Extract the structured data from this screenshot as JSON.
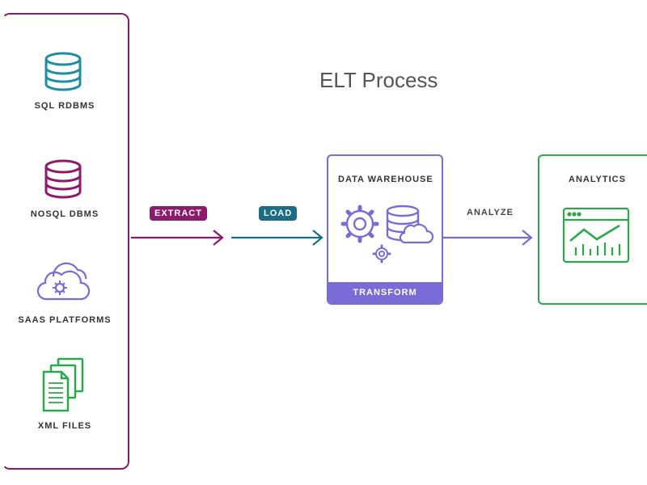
{
  "title": "ELT Process",
  "sources": [
    {
      "label": "SQL RDBMS",
      "icon": "database-icon",
      "color": "#1e8fa3"
    },
    {
      "label": "NOSQL DBMS",
      "icon": "database-icon",
      "color": "#8d1a6b"
    },
    {
      "label": "SAAS PLATFORMS",
      "icon": "cloud-gear-icon",
      "color": "#7b6bd6"
    },
    {
      "label": "XML FILES",
      "icon": "files-icon",
      "color": "#2aa84a"
    }
  ],
  "steps": {
    "extract": {
      "label": "EXTRACT",
      "color": "#8d1a6b"
    },
    "load": {
      "label": "LOAD",
      "color": "#1a6d87"
    },
    "analyze": {
      "label": "ANALYZE"
    }
  },
  "warehouse": {
    "label": "DATA WAREHOUSE",
    "transform_label": "TRANSFORM",
    "color": "#7b6bd6"
  },
  "analytics": {
    "label": "ANALYTICS",
    "color": "#2aa84a"
  }
}
